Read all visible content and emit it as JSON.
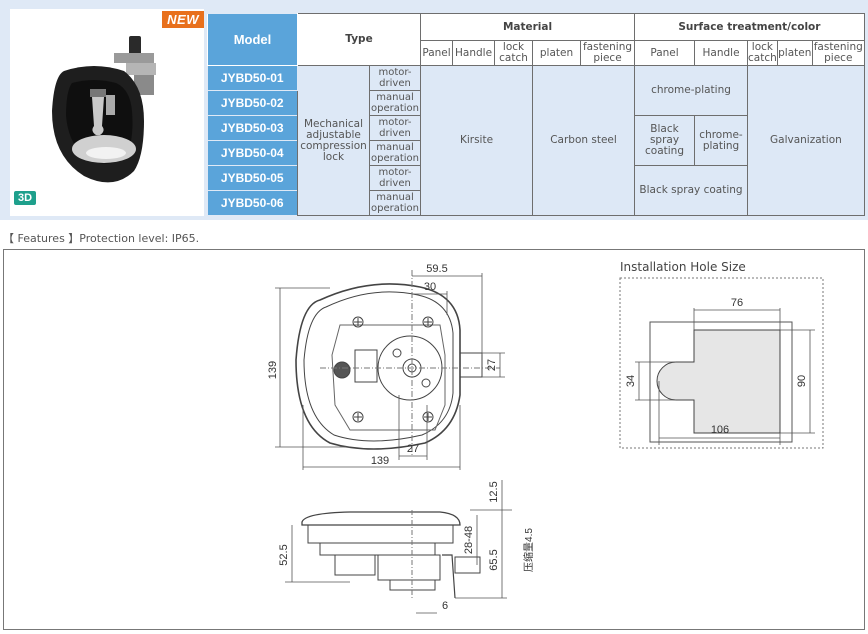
{
  "product": {
    "badge_new": "NEW",
    "badge_3d": "3D",
    "image_icon": "compression-lock-product-photo"
  },
  "table": {
    "headers": {
      "model": "Model",
      "type": "Type",
      "material": "Material",
      "surface": "Surface treatment/color"
    },
    "material_columns": [
      "Panel",
      "Handle",
      "lock catch",
      "platen",
      "fastening piece"
    ],
    "surface_columns": [
      "Panel",
      "Handle",
      "lock catch",
      "platen",
      "fastening piece"
    ],
    "rows": [
      {
        "model": "JYBD50-01",
        "subtype": "motor-driven"
      },
      {
        "model": "JYBD50-02",
        "subtype": "manual operation"
      },
      {
        "model": "JYBD50-03",
        "subtype": "motor-driven"
      },
      {
        "model": "JYBD50-04",
        "subtype": "manual operation"
      },
      {
        "model": "JYBD50-05",
        "subtype": "motor-driven"
      },
      {
        "model": "JYBD50-06",
        "subtype": "manual operation"
      }
    ],
    "type_value": "Mechanical adjustable compression lock",
    "material_panel_handle_catch": "Kirsite",
    "material_platen_fastening": "Carbon steel",
    "surface_rows_1_2": "chrome-plating",
    "surface_rows_3_4_panel": "Black spray coating",
    "surface_rows_3_4_handle": "chrome-plating",
    "surface_rows_5_6": "Black spray coating",
    "surface_galvanization": "Galvanization"
  },
  "features": {
    "text": "【 Features 】Protection level: IP65."
  },
  "drawing": {
    "front_view": {
      "dim_width_top": "59.5",
      "dim_offset_top": "30",
      "dim_height_left": "139",
      "dim_bolt_right": "27",
      "dim_bottom_inner": "27",
      "dim_width_bottom": "139"
    },
    "side_view": {
      "dim_top": "12.5",
      "dim_left_height": "52.5",
      "dim_adjust": "28-48",
      "dim_total": "65.5",
      "dim_bottom": "6",
      "compression_note": "压缩量4.5"
    },
    "install_hole": {
      "title": "Installation Hole Size",
      "dim_top": "76",
      "dim_right": "90",
      "dim_left": "34",
      "dim_bottom": "106"
    }
  }
}
